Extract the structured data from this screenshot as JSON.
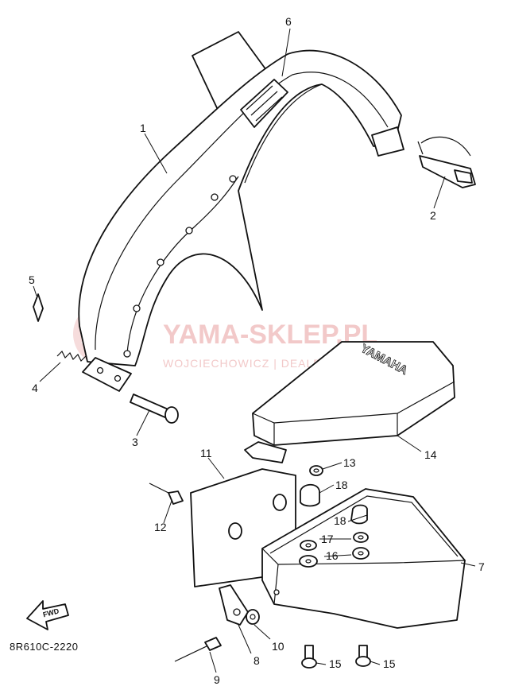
{
  "diagram": {
    "drawing_code": "8R610C-2220",
    "fwd_label": "FWD",
    "callouts": [
      "1",
      "2",
      "3",
      "4",
      "5",
      "6",
      "7",
      "8",
      "9",
      "10",
      "11",
      "12",
      "13",
      "14",
      "15",
      "15",
      "16",
      "17",
      "18",
      "18"
    ],
    "box_lettering": "YAMAHA"
  },
  "watermark": {
    "title": "YAMA-SKLEP.PL",
    "subtitle": "WOJCIECHOWICZ | DEALER YAMAHA"
  }
}
